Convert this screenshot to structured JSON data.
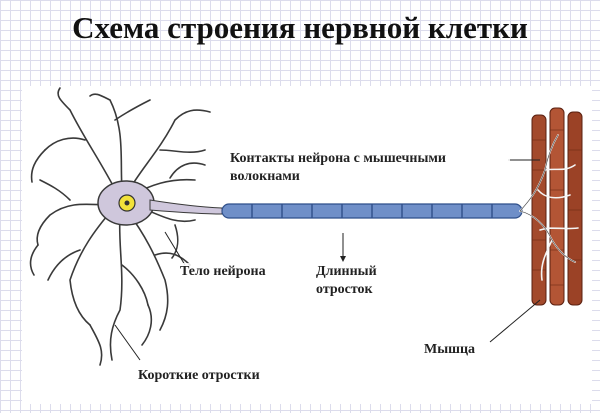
{
  "title": "Схема строения нервной клетки",
  "labels": {
    "contacts": "Контакты нейрона с мышечными волокнами",
    "body": "Тело нейрона",
    "long_process": "Длинный отросток",
    "muscle": "Мышца",
    "short_processes": "Короткие отростки"
  },
  "colors": {
    "axon": "#6f8fc8",
    "axon_outline": "#2f4f8a",
    "soma": "#cfc7dc",
    "nucleus": "#f2e23a",
    "muscle": "#a34a2c",
    "dendrite": "#3a3a3a"
  }
}
